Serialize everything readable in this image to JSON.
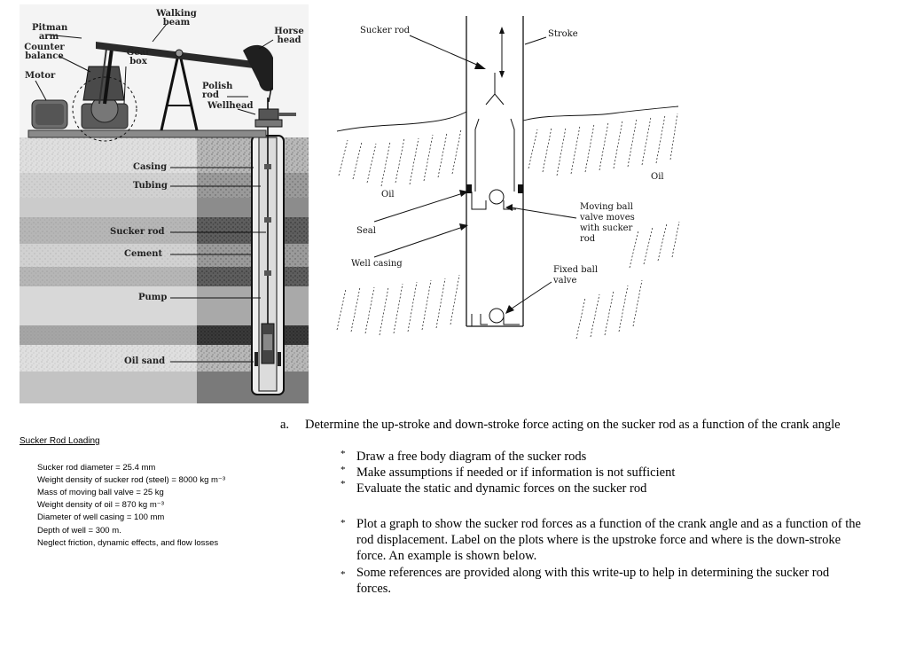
{
  "pump_diagram": {
    "labels": {
      "walking_beam": [
        "Walking",
        "beam"
      ],
      "pitman_arm": [
        "Pitman",
        "arm"
      ],
      "horse_head": [
        "Horse",
        "head"
      ],
      "counter_balance": [
        "Counter",
        "balance"
      ],
      "gear_box": [
        "Gear",
        "box"
      ],
      "motor": "Motor",
      "polish_rod": [
        "Polish",
        "rod"
      ],
      "wellhead": "Wellhead",
      "casing": "Casing",
      "tubing": "Tubing",
      "sucker_rod": "Sucker rod",
      "cement": "Cement",
      "pump": "Pump",
      "oil_sand": "Oil sand"
    }
  },
  "well_schematic": {
    "labels": {
      "sucker_rod": "Sucker rod",
      "stroke": "Stroke",
      "oil_left": "Oil",
      "oil_right": "Oil",
      "seal": "Seal",
      "well_casing": "Well casing",
      "moving_ball_valve": [
        "Moving ball",
        "valve moves",
        "with sucker",
        "rod"
      ],
      "fixed_ball_valve": [
        "Fixed ball",
        "valve"
      ]
    }
  },
  "given": {
    "title": "Sucker Rod Loading",
    "items": [
      "Sucker rod diameter = 25.4 mm",
      "Weight density of sucker rod (steel) = 8000 kg m⁻³",
      "Mass of moving ball valve = 25 kg",
      "Weight density of oil = 870 kg m⁻³",
      "Diameter of well casing = 100 mm",
      "Depth of well = 300 m.",
      "Neglect friction, dynamic effects, and flow losses"
    ]
  },
  "question": {
    "marker": "a.",
    "text": "Determine the up-stroke and down-stroke force acting on the sucker rod as a function of the crank angle",
    "bullets_group1": [
      "Draw a free body diagram of the sucker rods",
      "Make assumptions if needed or if information is not sufficient",
      "Evaluate the static and dynamic forces on the sucker rod"
    ],
    "bullets_group2": [
      "Plot a graph to show the sucker rod forces as a function of the crank angle and as a function of the rod displacement.  Label on the plots where is the upstroke force and where is the down-stroke force. An example is shown below.",
      "Some references are provided along with this write-up to help in determining the sucker rod forces."
    ],
    "bullet_symbol": "*"
  }
}
